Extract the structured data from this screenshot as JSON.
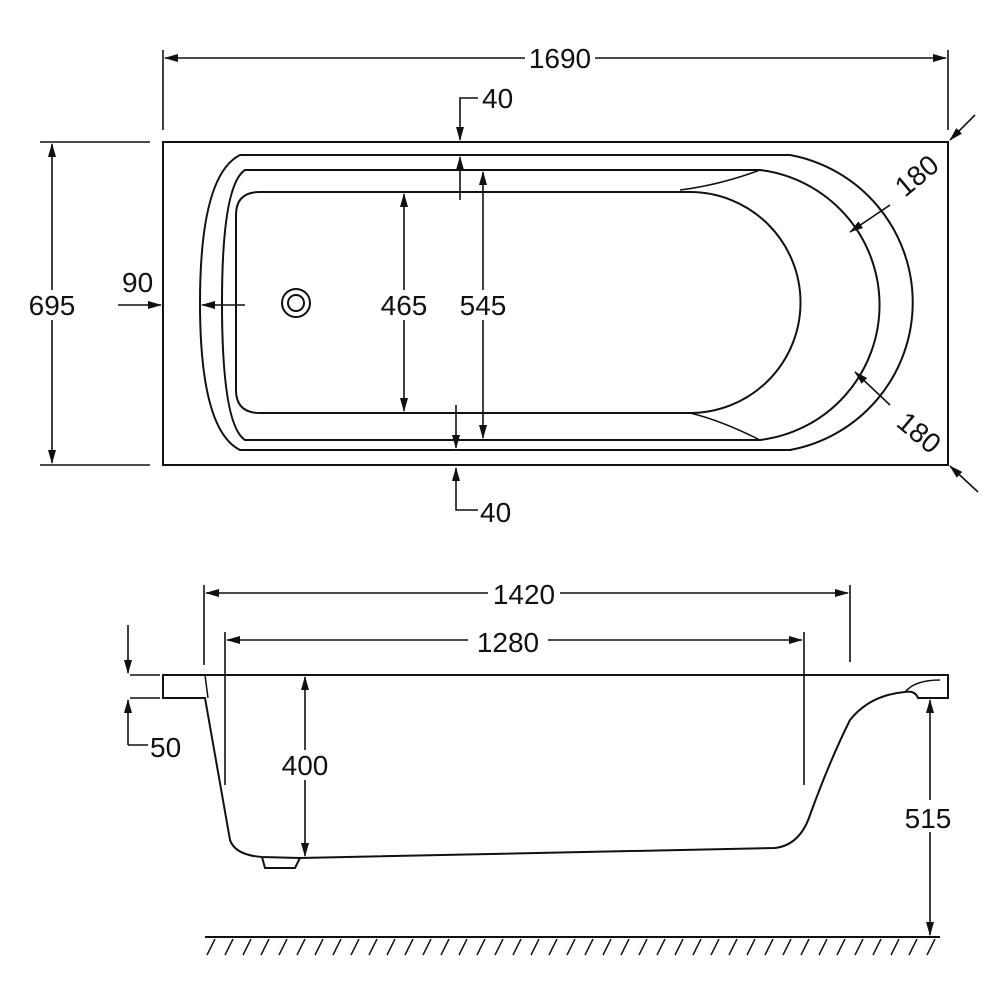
{
  "top_view": {
    "overall_length": "1690",
    "overall_width": "695",
    "rim_top": "40",
    "rim_bottom": "40",
    "end_offset": "90",
    "inner_width_bottom": "465",
    "inner_width_top": "545",
    "corner_top": "180",
    "corner_bottom": "180"
  },
  "side_view": {
    "top_length": "1420",
    "bottom_length": "1280",
    "depth": "400",
    "rim_thickness": "50",
    "height": "515"
  },
  "colors": {
    "line": "#111111",
    "background": "#ffffff"
  }
}
